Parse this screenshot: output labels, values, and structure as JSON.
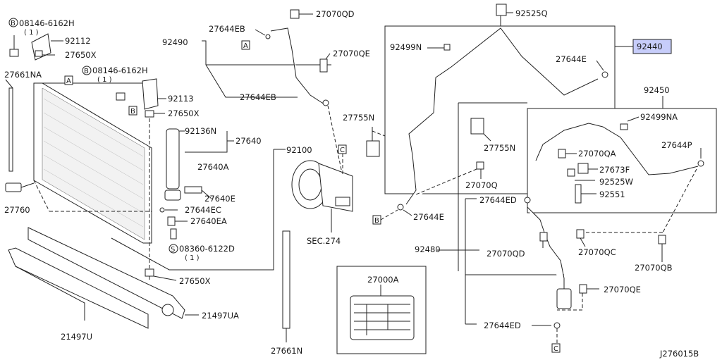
{
  "parts": {
    "p08146_top": "08146-6162H",
    "p08146_top_qty": "( 1 )",
    "p92112": "92112",
    "p27650X_1": "27650X",
    "p27661NA": "27661NA",
    "p08146_mid": "08146-6162H",
    "p08146_mid_qty": "( 1 )",
    "p92113": "92113",
    "p27650X_2": "27650X",
    "p92136N": "92136N",
    "p27640": "27640",
    "p92100": "92100",
    "p27640A": "27640A",
    "p27640E": "27640E",
    "p27644EC": "27644EC",
    "p27640EA": "27640EA",
    "p08360": "08360-6122D",
    "p08360_qty": "( 1 )",
    "p27650X_3": "27650X",
    "p27760": "27760",
    "p21497UA": "21497UA",
    "p21497U": "21497U",
    "p27661N": "27661N",
    "p92490": "92490",
    "p27644EB_1": "27644EB",
    "p27070QD_1": "27070QD",
    "p27070QE_1": "27070QE",
    "p27644EB_2": "27644EB",
    "p27755N_1": "27755N",
    "sec274": "SEC.274",
    "p27000A": "27000A",
    "p92525Q": "92525Q",
    "p92499N": "92499N",
    "p92440": "92440",
    "p27644E_1": "27644E",
    "p27755N_2": "27755N",
    "p27070Q": "27070Q",
    "p27644E_2": "27644E",
    "p92450": "92450",
    "p92499NA": "92499NA",
    "p27070QA": "27070QA",
    "p27644P": "27644P",
    "p27673F": "27673F",
    "p92525W": "92525W",
    "p92551": "92551",
    "p27644ED_1": "27644ED",
    "p92480": "92480",
    "p27070QD_2": "27070QD",
    "p27070QC": "27070QC",
    "p27070QB": "27070QB",
    "p27070QE_2": "27070QE",
    "p27644ED_2": "27644ED"
  },
  "markers": {
    "A": "A",
    "B": "B",
    "C": "C",
    "S": "S"
  },
  "diagram_code": "J276015B",
  "highlight_color": "#c7cdfa"
}
